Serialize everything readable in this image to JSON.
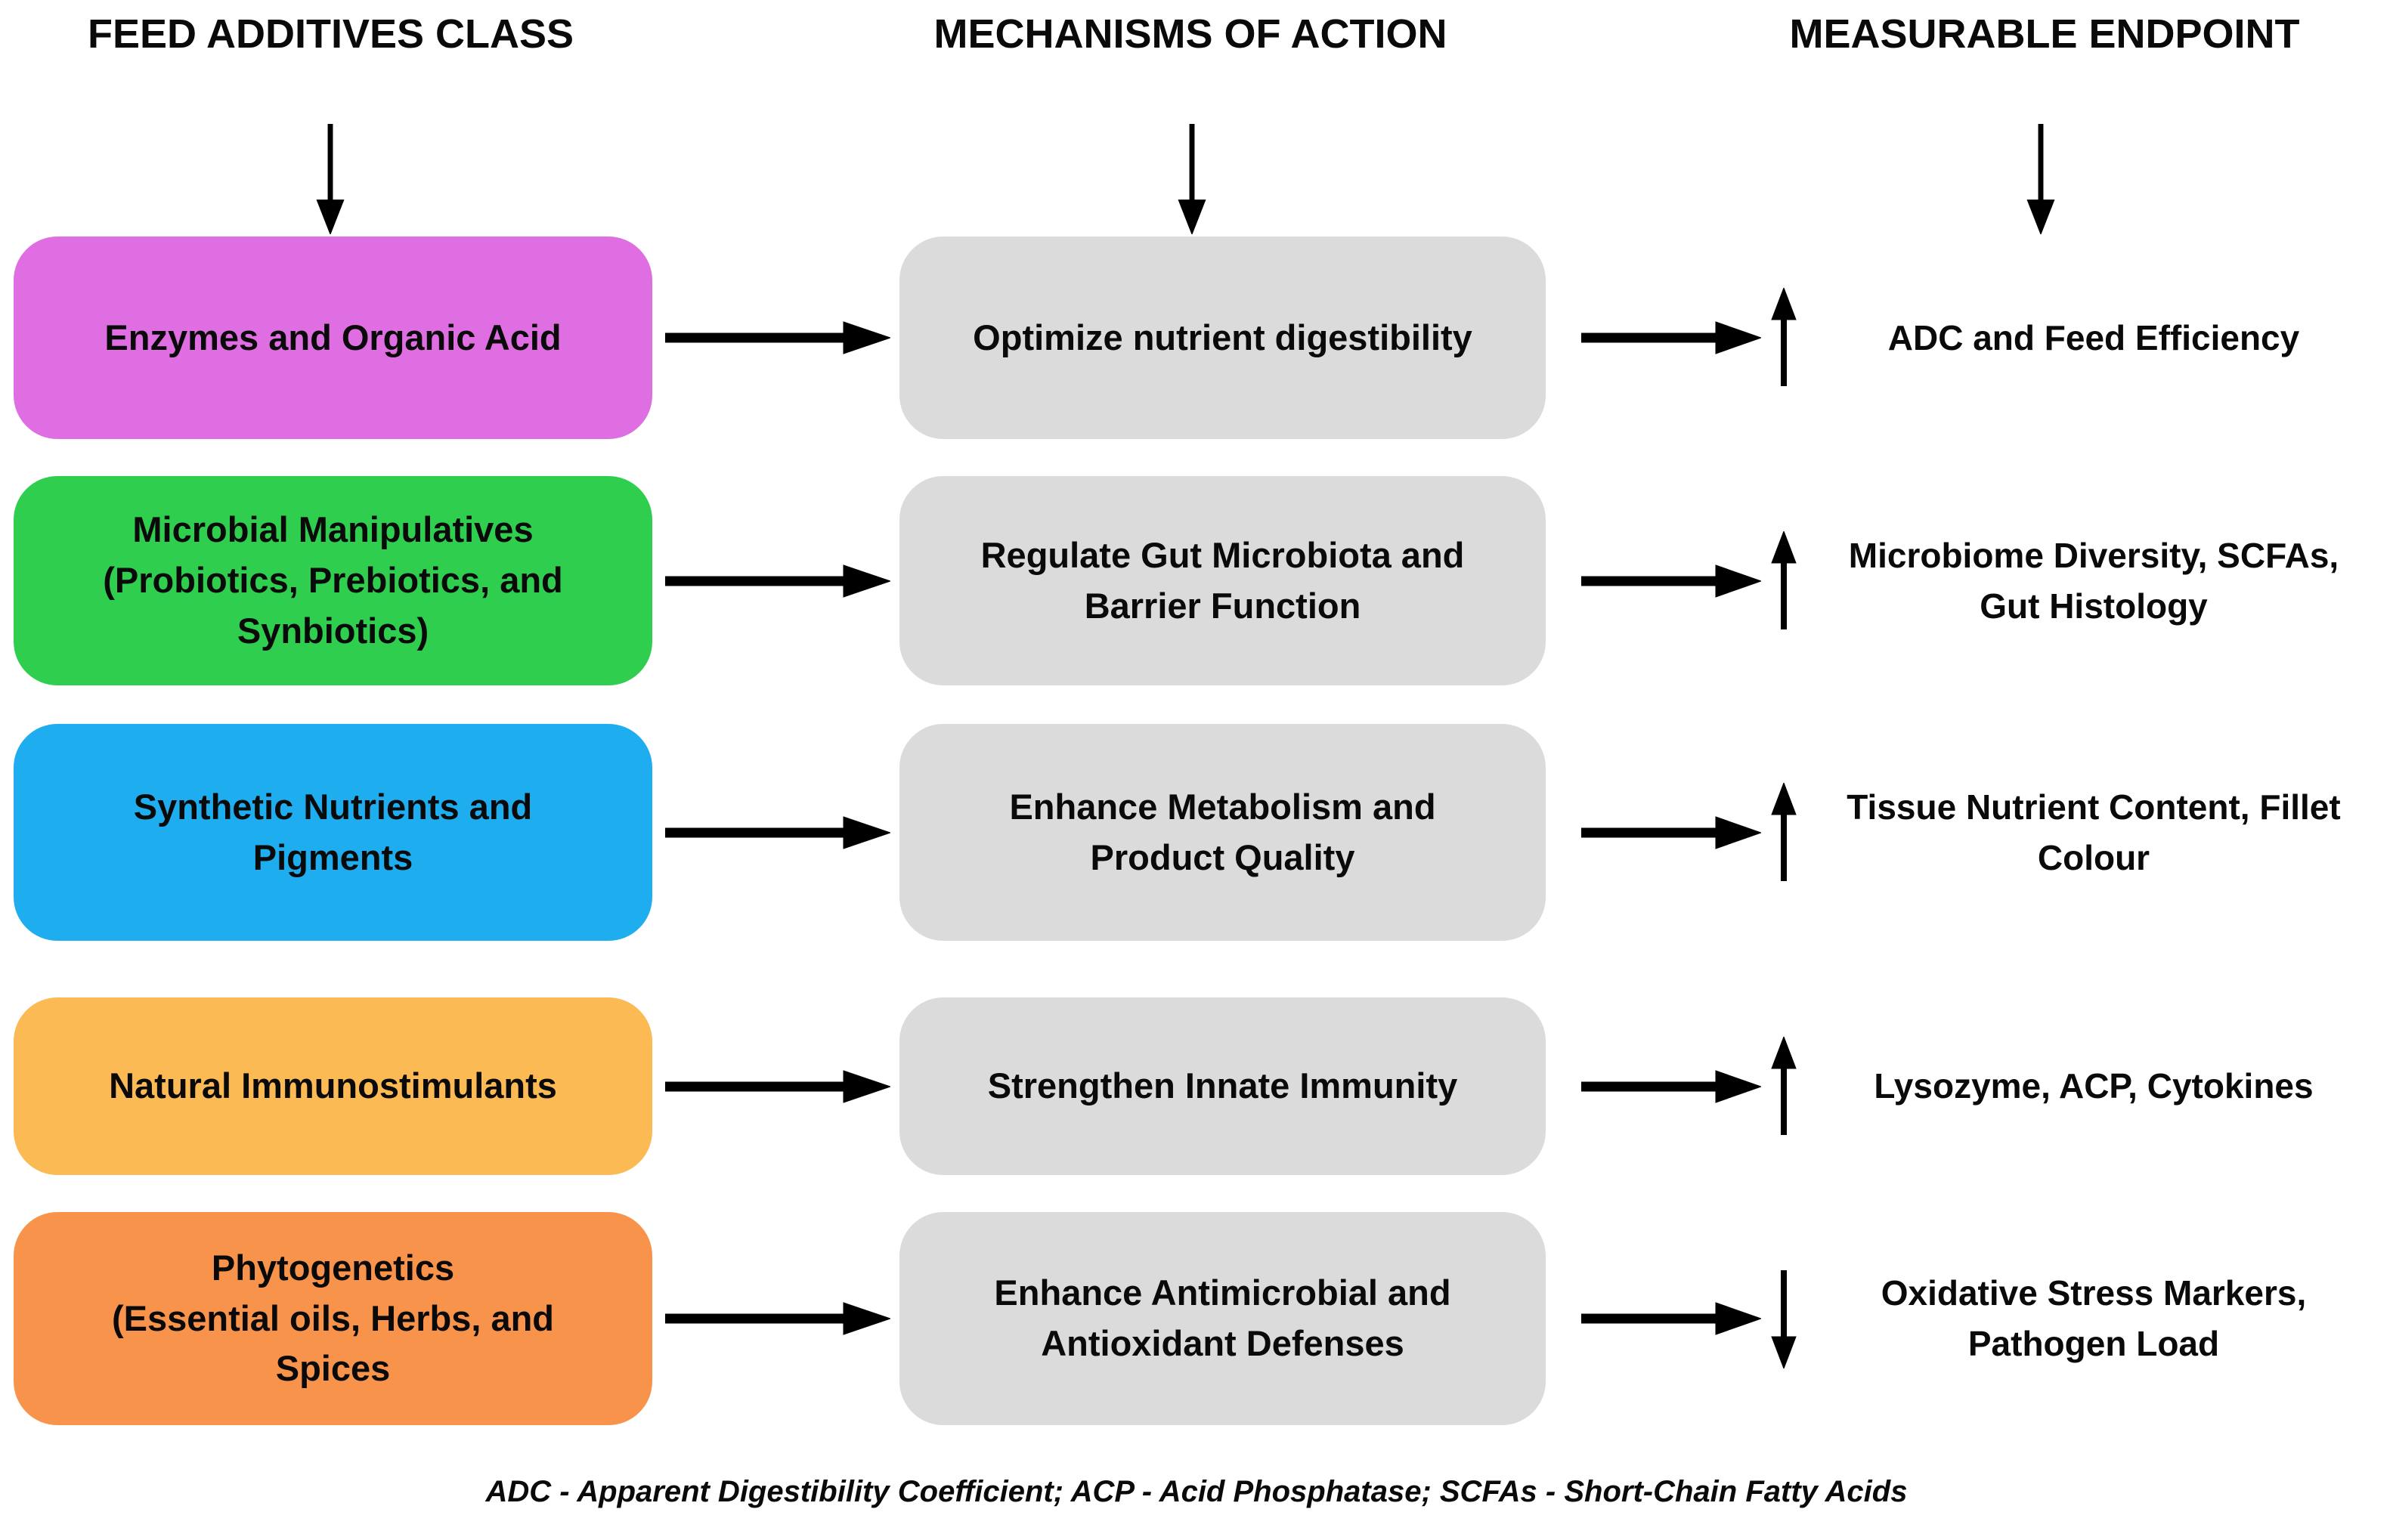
{
  "headers": [
    "FEED ADDITIVES CLASS",
    "MECHANISMS OF ACTION",
    "MEASURABLE ENDPOINT"
  ],
  "colors": {
    "mechanism_box": "#DBDBDB",
    "arrow": "#000000",
    "row_class_colors": [
      "#E06EE3",
      "#2FCE4F",
      "#1EAEEF",
      "#FCBA55",
      "#F8934C"
    ]
  },
  "rows": [
    {
      "class_color": "#E06EE3",
      "class_lines": [
        "Enzymes and Organic Acid"
      ],
      "mechanism_lines": [
        "Optimize nutrient digestibility"
      ],
      "endpoint_direction": "up",
      "endpoint_lines": [
        "ADC and Feed Efficiency"
      ]
    },
    {
      "class_color": "#2FCE4F",
      "class_lines": [
        "Microbial Manipulatives",
        "(Probiotics, Prebiotics, and",
        "Synbiotics)"
      ],
      "mechanism_lines": [
        "Regulate Gut Microbiota and",
        "Barrier Function"
      ],
      "endpoint_direction": "up",
      "endpoint_lines": [
        "Microbiome Diversity, SCFAs,",
        "Gut Histology"
      ]
    },
    {
      "class_color": "#1EAEEF",
      "class_lines": [
        "Synthetic Nutrients and",
        "Pigments"
      ],
      "mechanism_lines": [
        "Enhance Metabolism and",
        "Product Quality"
      ],
      "endpoint_direction": "up",
      "endpoint_lines": [
        "Tissue Nutrient Content, Fillet",
        "Colour"
      ]
    },
    {
      "class_color": "#FCBA55",
      "class_lines": [
        "Natural Immunostimulants"
      ],
      "mechanism_lines": [
        "Strengthen Innate Immunity"
      ],
      "endpoint_direction": "up",
      "endpoint_lines": [
        "Lysozyme, ACP, Cytokines"
      ]
    },
    {
      "class_color": "#F8934C",
      "class_lines": [
        "Phytogenetics",
        "(Essential oils, Herbs, and",
        "Spices"
      ],
      "mechanism_lines": [
        "Enhance Antimicrobial and",
        "Antioxidant Defenses"
      ],
      "endpoint_direction": "down",
      "endpoint_lines": [
        "Oxidative Stress Markers,",
        "Pathogen Load"
      ]
    }
  ],
  "footnote": "ADC - Apparent Digestibility Coefficient; ACP - Acid Phosphatase; SCFAs - Short-Chain Fatty Acids"
}
